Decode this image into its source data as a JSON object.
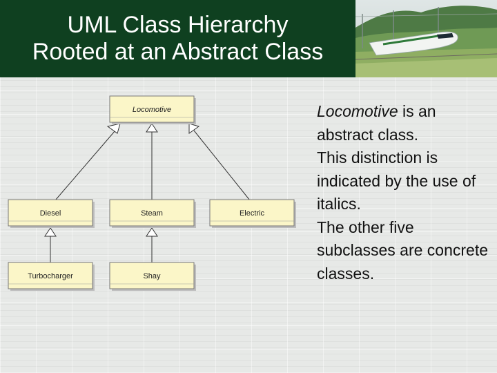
{
  "title": {
    "line1": "UML Class Hierarchy",
    "line2": "Rooted at an Abstract Class"
  },
  "colors": {
    "title_bg": "#0f4020",
    "class_fill": "#fbf6c8"
  },
  "diagram": {
    "abstract_class": "Locomotive",
    "classes": [
      "Diesel",
      "Steam",
      "Electric",
      "Turbocharger",
      "Shay"
    ],
    "relations": [
      {
        "child": "Diesel",
        "parent": "Locomotive"
      },
      {
        "child": "Steam",
        "parent": "Locomotive"
      },
      {
        "child": "Electric",
        "parent": "Locomotive"
      },
      {
        "child": "Turbocharger",
        "parent": "Diesel"
      },
      {
        "child": "Shay",
        "parent": "Steam"
      }
    ]
  },
  "description": {
    "italic_term": "Locomotive",
    "after_term": " is an abstract class.",
    "line2": "This distinction is indicated by the use of italics.",
    "line3": "The other five subclasses are concrete classes."
  },
  "photo": {
    "icon": "bullet-train-photo"
  }
}
